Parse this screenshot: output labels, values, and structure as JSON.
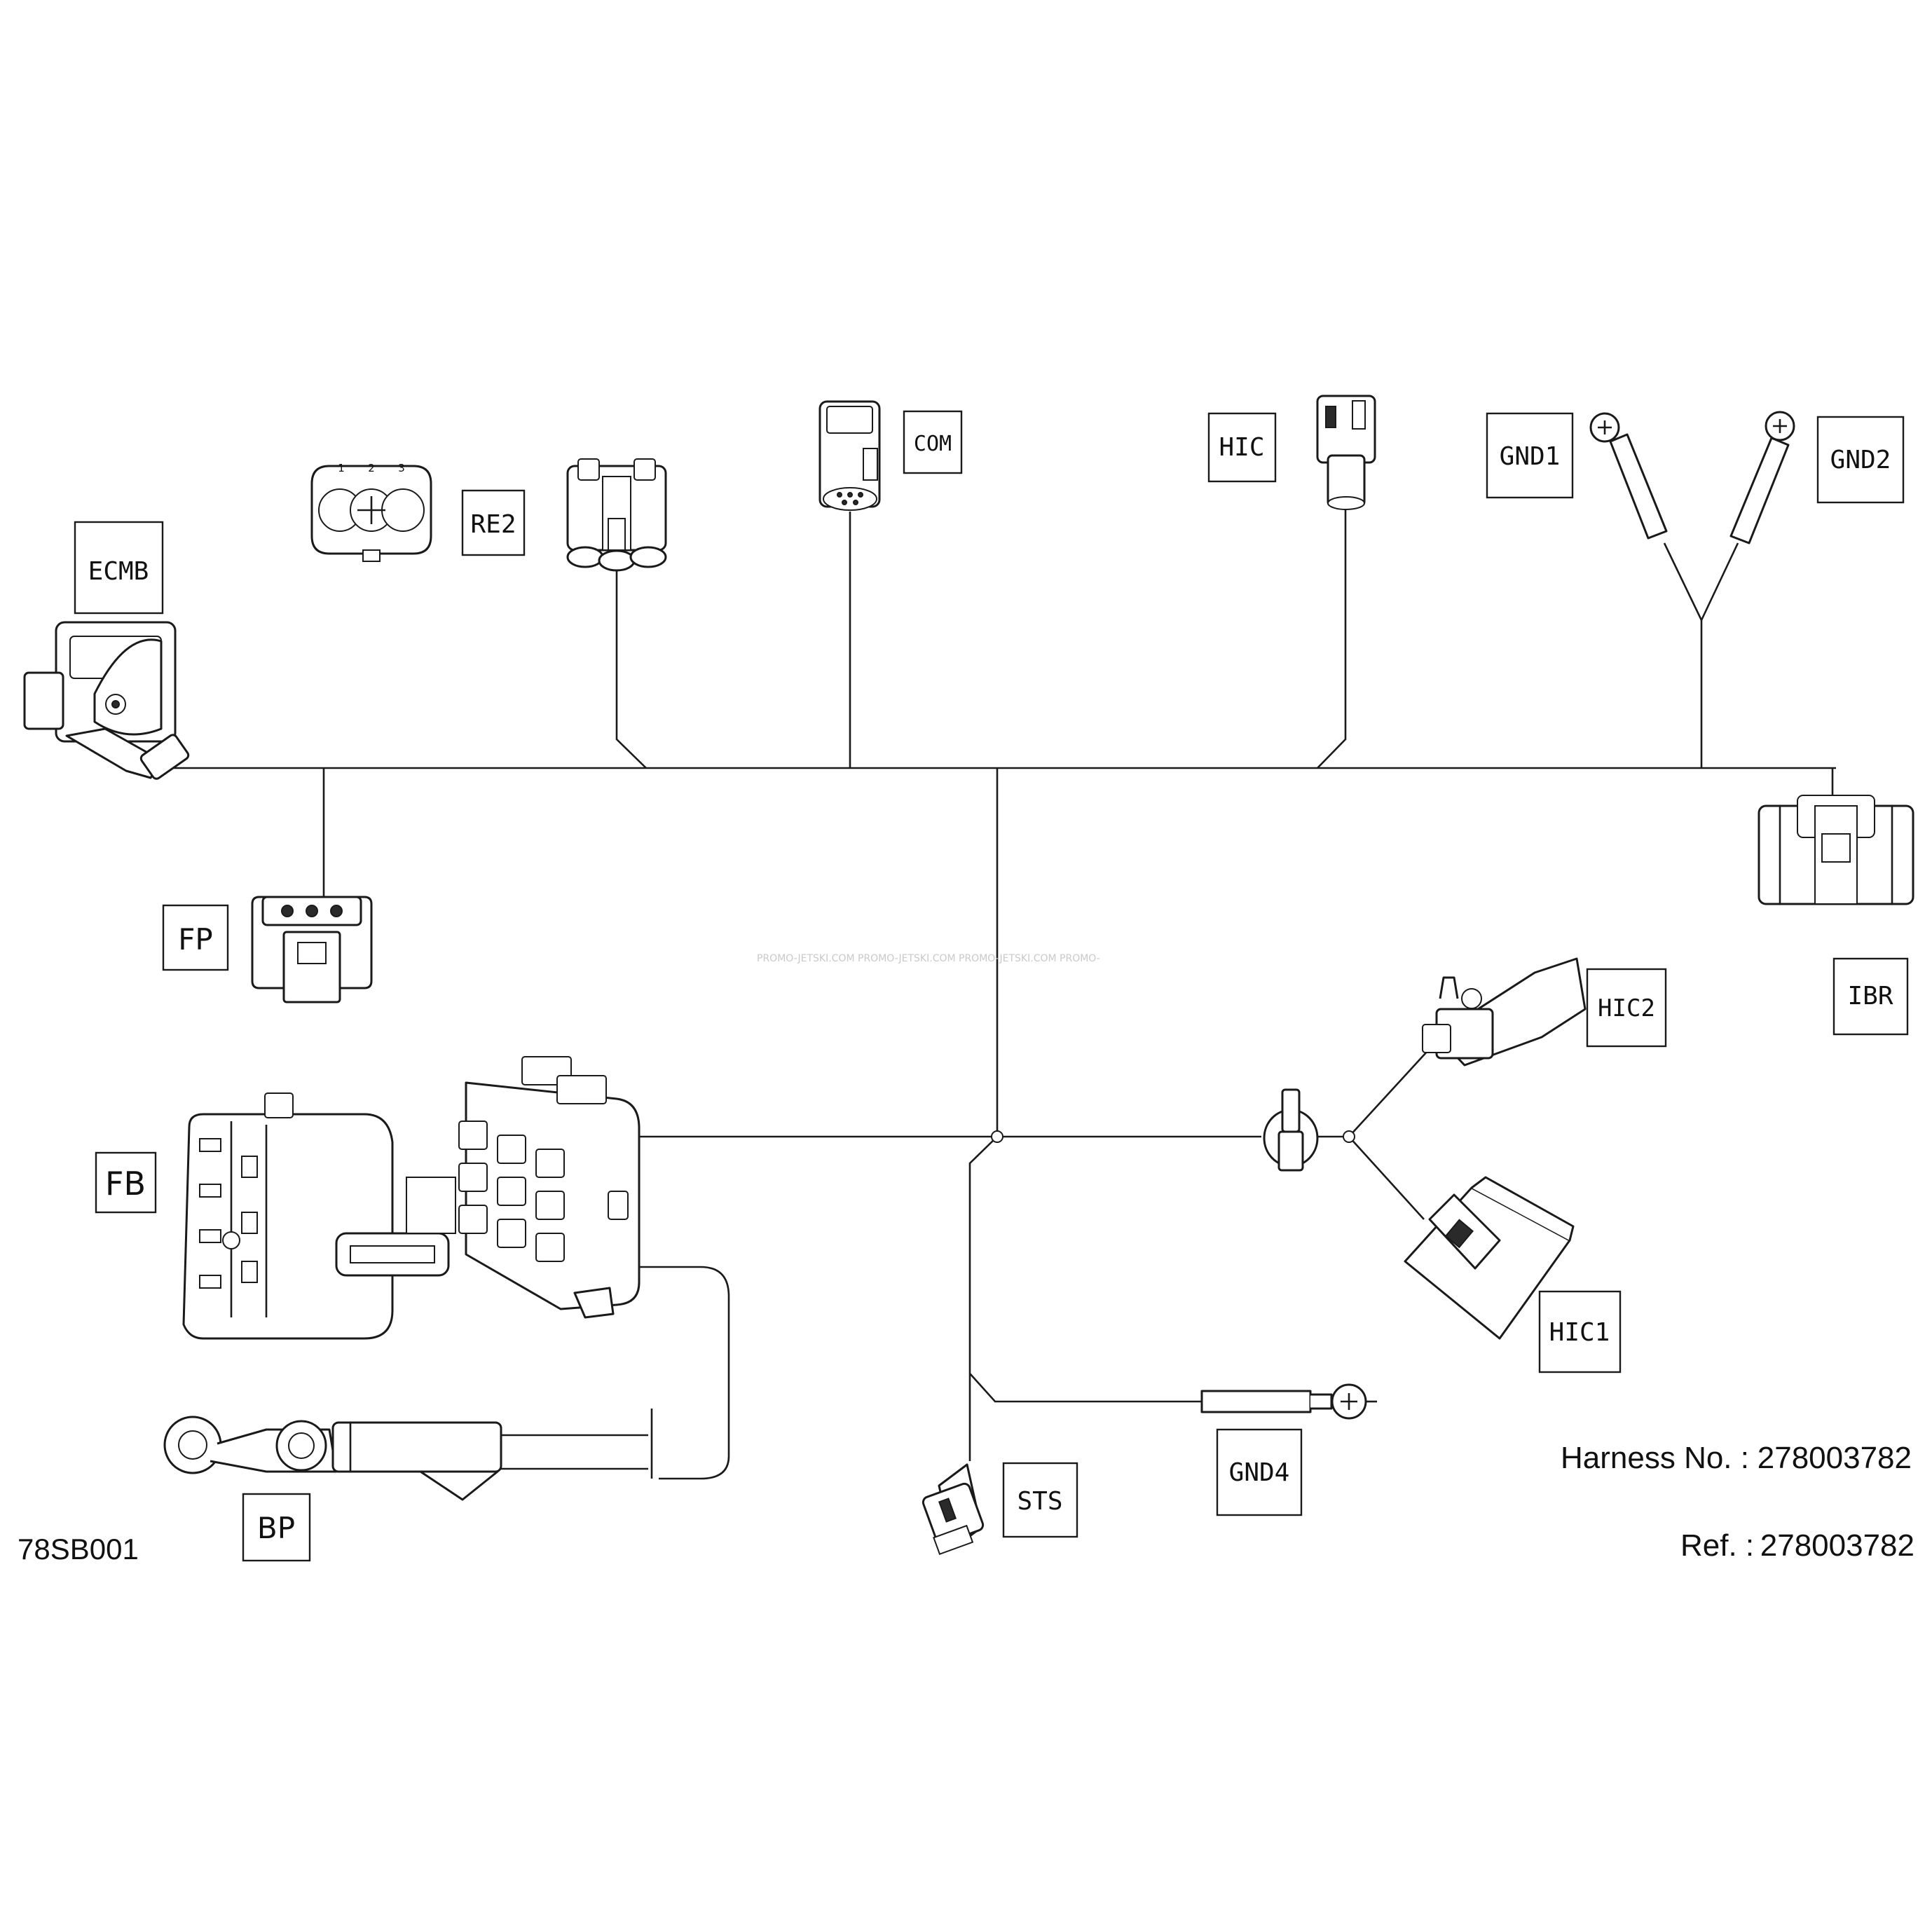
{
  "labels": {
    "ecmb": "ECMB",
    "re2": "RE2",
    "com": "COM",
    "hic": "HIC",
    "gnd1": "GND1",
    "gnd2": "GND2",
    "fp": "FP",
    "ibr": "IBR",
    "hic2": "HIC2",
    "fb": "FB",
    "hic1": "HIC1",
    "gnd4": "GND4",
    "sts": "STS",
    "bp": "BP"
  },
  "pin_numbers": [
    "1",
    "2",
    "3"
  ],
  "watermark": "PROMO-JETSKI.COM  PROMO-JETSKI.COM  PROMO-JETSKI.COM  PROMO-",
  "drawing_code": "78SB001",
  "harness": {
    "label": "Harness No. :",
    "value": "278003782"
  },
  "ref": {
    "label": "Ref. :",
    "value": "278003782"
  }
}
